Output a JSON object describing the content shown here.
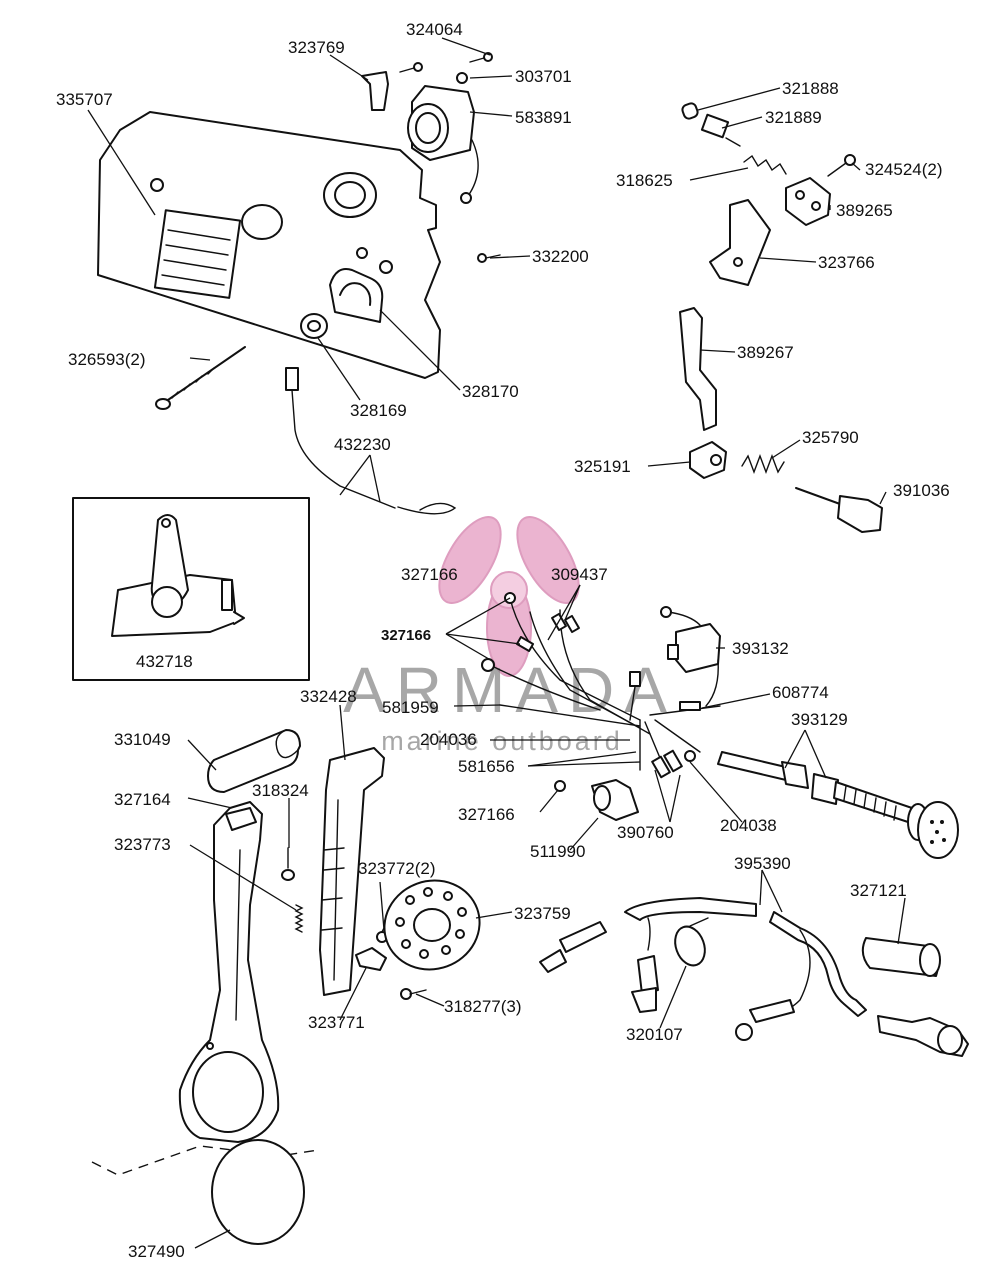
{
  "watermark": {
    "brand": "ARMADA",
    "tagline": "marine outboard",
    "accent_color": "#e8a8c8",
    "text_color": "#8a8a8a"
  },
  "labels": {
    "p335707": "335707",
    "p323769": "323769",
    "p324064": "324064",
    "p303701": "303701",
    "p583891": "583891",
    "p332200": "332200",
    "p326593": "326593(2)",
    "p328169": "328169",
    "p328170": "328170",
    "p432230": "432230",
    "p432718": "432718",
    "p321888": "321888",
    "p321889": "321889",
    "p318625": "318625",
    "p324524": "324524(2)",
    "p389265": "389265",
    "p323766": "323766",
    "p389267": "389267",
    "p325790": "325790",
    "p325191": "325191",
    "p391036": "391036",
    "p327166_top": "327166",
    "p309437": "309437",
    "p327166_bold": "327166",
    "p393132": "393132",
    "p581959": "581959",
    "p608774": "608774",
    "p332428": "332428",
    "p204036": "204036",
    "p393129": "393129",
    "p331049": "331049",
    "p581656": "581656",
    "p327164": "327164",
    "p318324": "318324",
    "p327166_low": "327166",
    "p204038": "204038",
    "p323773": "323773",
    "p390760": "390760",
    "p511990": "511990",
    "p395390": "395390",
    "p323772": "323772(2)",
    "p327121": "327121",
    "p323759": "323759",
    "p320107": "320107",
    "p323771": "323771",
    "p318277": "318277(3)",
    "p327490": "327490"
  }
}
